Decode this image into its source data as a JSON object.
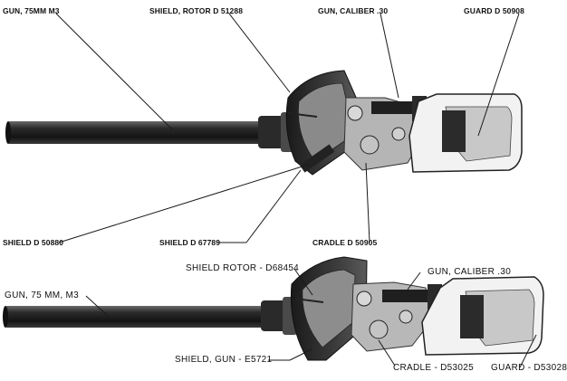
{
  "figure": {
    "upper_view": {
      "labels": {
        "gun": "GUN, 75MM M3",
        "shield_rotor": "SHIELD, ROTOR D 51288",
        "gun_caliber": "GUN, CALIBER .30",
        "guard": "GUARD D 50908",
        "shield_a": "SHIELD D 50880",
        "shield_b": "SHIELD D 67789",
        "cradle": "CRADLE D 50905"
      }
    },
    "lower_view": {
      "labels": {
        "shield_rotor": "SHIELD ROTOR - D68454",
        "gun_caliber": "GUN, CALIBER .30",
        "gun": "GUN, 75 MM, M3",
        "shield_gun": "SHIELD, GUN - E5721",
        "cradle": "CRADLE - D53025",
        "guard": "GUARD - D53028"
      }
    }
  }
}
